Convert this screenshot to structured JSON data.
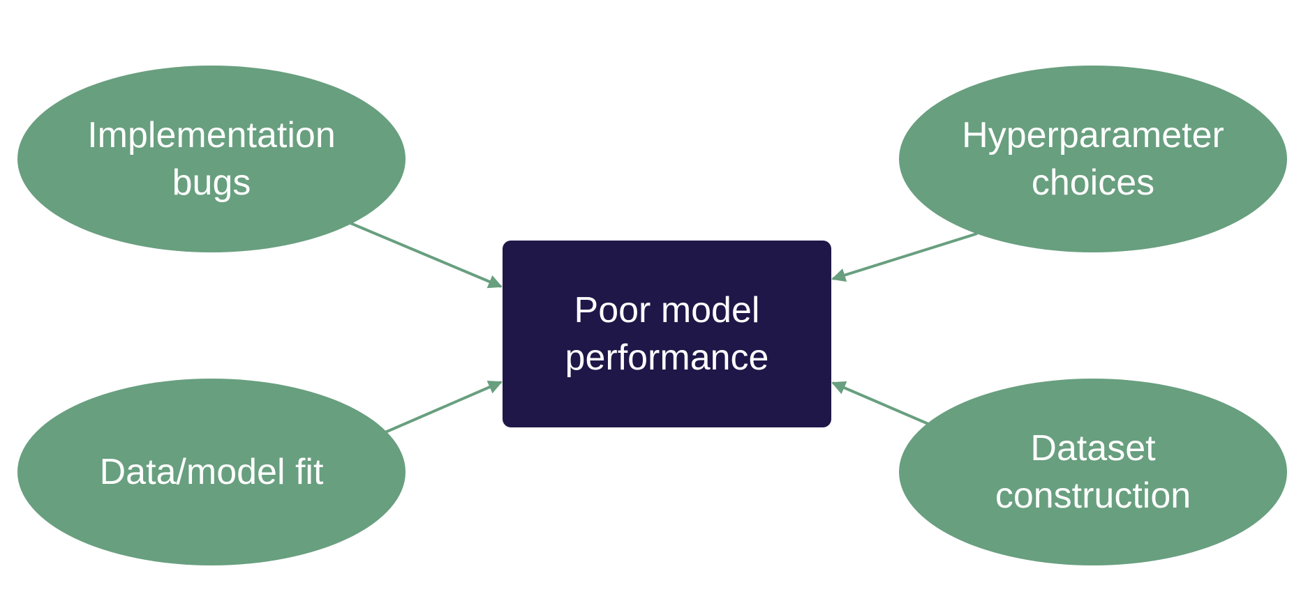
{
  "colors": {
    "cause_fill": "#689F7F",
    "outcome_fill": "#1F1748",
    "arrow": "#689F7F",
    "text": "#FFFFFF"
  },
  "outcome": {
    "label": "Poor model\nperformance"
  },
  "causes": {
    "implementation": {
      "label": "Implementation\nbugs"
    },
    "hyperparameter": {
      "label": "Hyperparameter\nchoices"
    },
    "data_fit": {
      "label": "Data/model fit"
    },
    "dataset": {
      "label": "Dataset\nconstruction"
    }
  }
}
